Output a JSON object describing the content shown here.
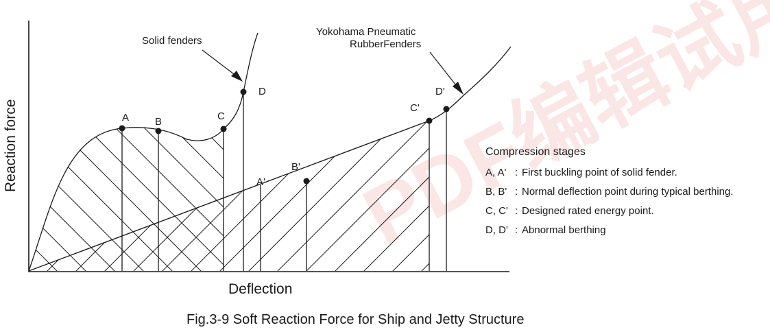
{
  "figure": {
    "caption": "Fig.3-9  Soft Reaction Force for Ship and Jetty Structure",
    "xlabel": "Deflection",
    "ylabel": "Reaction force",
    "curve_labels": {
      "solid": "Solid fenders",
      "pneumatic_line1": "Yokohama Pneumatic",
      "pneumatic_line2": "RubberFenders"
    },
    "points": {
      "A": "A",
      "B": "B",
      "C": "C",
      "D": "D",
      "A_prime": "A'",
      "B_prime": "B'",
      "C_prime": "C'",
      "D_prime": "D'"
    },
    "legend": {
      "title": "Compression stages",
      "items": [
        {
          "key": "A, A'",
          "sep": ":",
          "text": "First buckling point of solid fender."
        },
        {
          "key": "B, B'",
          "sep": ":",
          "text": "Normal deflection point during typical berthing."
        },
        {
          "key": "C, C'",
          "sep": ":",
          "text": "Designed rated energy point."
        },
        {
          "key": "D, D'",
          "sep": ":",
          "text": "Abnormal berthing"
        }
      ]
    },
    "watermark": "PDF编辑试用"
  }
}
